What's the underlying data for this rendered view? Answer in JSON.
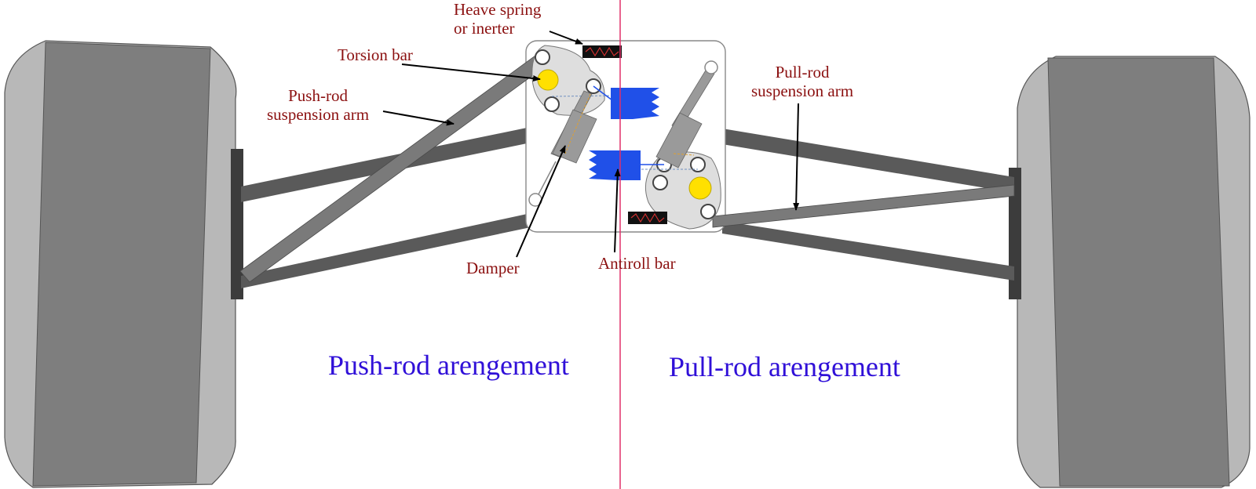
{
  "labels": {
    "heave_spring_line1": "Heave spring",
    "heave_spring_line2": "or inerter",
    "torsion_bar": "Torsion bar",
    "push_rod_arm_line1": "Push-rod",
    "push_rod_arm_line2": "suspension arm",
    "pull_rod_arm_line1": "Pull-rod",
    "pull_rod_arm_line2": "suspension arm",
    "damper": "Damper",
    "antiroll_bar": "Antiroll bar"
  },
  "captions": {
    "push_rod": "Push-rod arengement",
    "pull_rod": "Pull-rod arengement"
  },
  "colors": {
    "label_text": "#8b1010",
    "caption_text": "#3010d8",
    "divider": "#e0306a",
    "tire_tread": "#808080",
    "tire_sidewall": "#b8b8b8",
    "arm": "#5a5a5a",
    "rod": "#7a7a7a",
    "rocker": "#dedede",
    "torsion_bar": "#ffe000",
    "antiroll_bar": "#2050e8",
    "damper": "#9a9a9a"
  }
}
